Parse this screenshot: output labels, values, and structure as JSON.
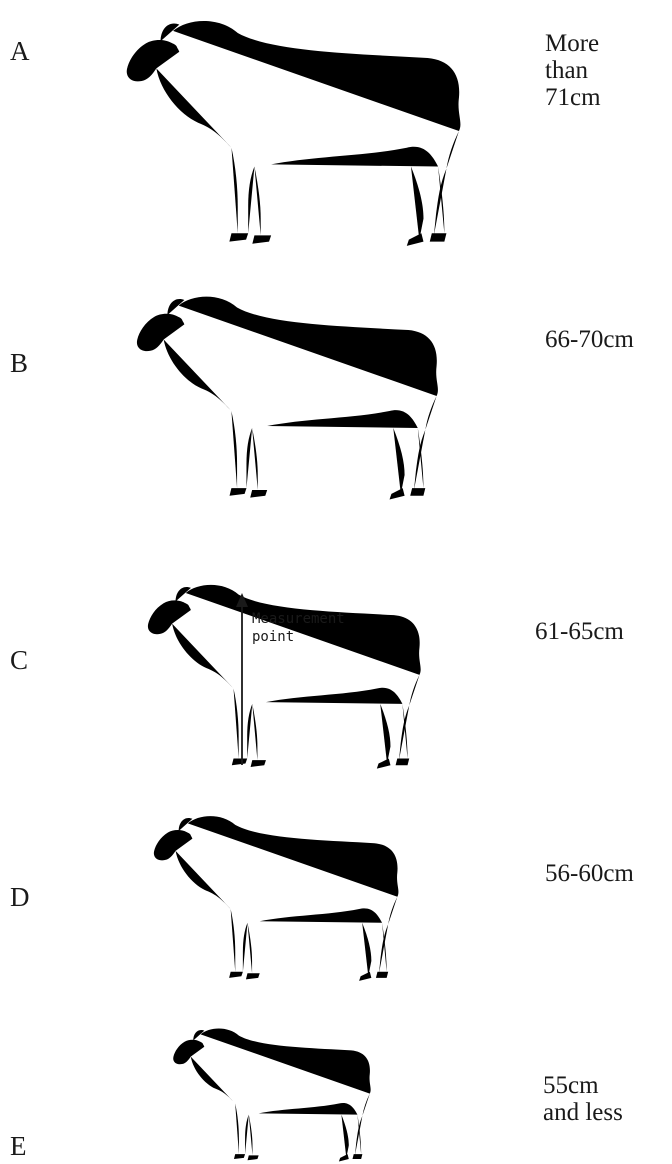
{
  "rows": [
    {
      "letter": "A",
      "label": "More\nthan\n71cm"
    },
    {
      "letter": "B",
      "label": "66-70cm"
    },
    {
      "letter": "C",
      "label": "61-65cm"
    },
    {
      "letter": "D",
      "label": "56-60cm"
    },
    {
      "letter": "E",
      "label": "55cm\nand less"
    }
  ],
  "measurement_label": "Measurement\npoint"
}
